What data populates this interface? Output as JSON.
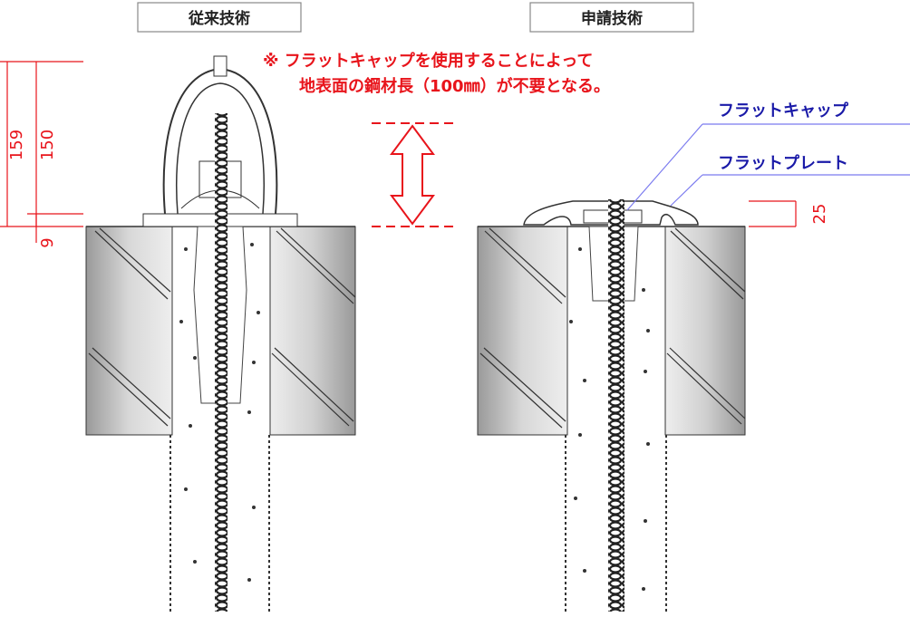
{
  "titles": {
    "conventional": "従来技術",
    "proposed": "申請技術"
  },
  "note": {
    "line1": "※ フラットキャップを使用することによって",
    "line2": "地表面の鋼材長（100㎜）が不要となる。"
  },
  "labels": {
    "flat_cap": "フラットキャップ",
    "flat_plate": "フラットプレート"
  },
  "dimensions": {
    "total": "159",
    "upper": "150",
    "lower": "9",
    "proposed_height": "25"
  },
  "colors": {
    "annotation_red": "#e8141b",
    "label_blue": "#1a1aa8",
    "leader_blue": "#7b7bef"
  }
}
